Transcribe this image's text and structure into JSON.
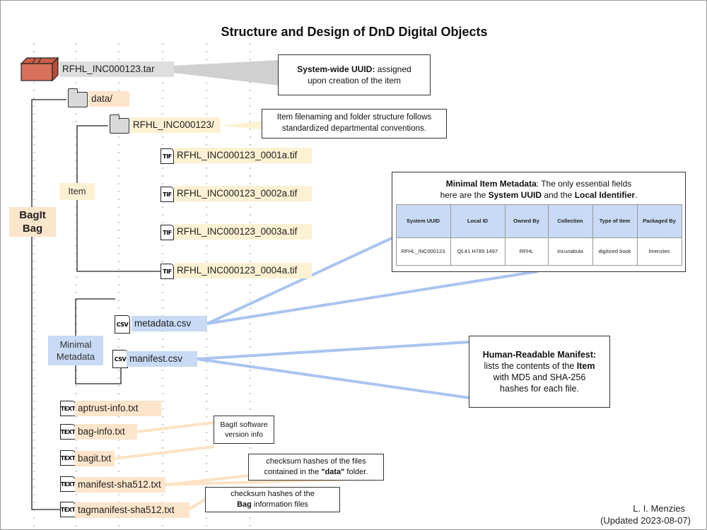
{
  "title": "Structure and Design of DnD Digital Objects",
  "bag": {
    "tar_name": "RFHL_INC000123.tar",
    "label_line1": "BagIt",
    "label_line2": "Bag"
  },
  "data_folder": "data/",
  "item_folder": "RFHL_INC000123/",
  "item_label": "Item",
  "tif_files": [
    "RFHL_INC000123_0001a.tif",
    "RFHL_INC000123_0002a.tif",
    "RFHL_INC000123_0003a.tif",
    "RFHL_INC000123_0004a.tif"
  ],
  "icons": {
    "tif": "TIF",
    "csv": "CSV",
    "text": "TEXT"
  },
  "metadata_group": {
    "label_line1": "Minimal",
    "label_line2": "Metadata",
    "metadata_file": "metadata.csv",
    "manifest_file": "manifest.csv"
  },
  "tag_files": [
    "aptrust-info.txt",
    "bag-info.txt",
    "bagit.txt",
    "manifest-sha512.txt",
    "tagmanifest-sha512.txt"
  ],
  "callouts": {
    "uuid": {
      "bold": "System-wide UUID:",
      "rest": " assigned",
      "line2": "upon creation of the item"
    },
    "naming": {
      "line1": "Item filenaming and folder structure follows",
      "line2": "standardized departmental conventions."
    },
    "minimal": {
      "b1": "Minimal Item Metadata",
      "t1": ": The only essential fields",
      "t2": "here are the ",
      "b2": "System UUID",
      "t3": " and the ",
      "b3": "Local Identifier",
      "t4": "."
    },
    "manifest": {
      "bold": "Human-Readable Manifest:",
      "l2": "lists the contents of the ",
      "l2b": "Item",
      "l3": "with MD5 and SHA-256",
      "l4": "hashes for each file."
    },
    "bagit_sw": {
      "line1": "BagIt software",
      "line2": "version info"
    },
    "checksum_data": {
      "line1": "checksum hashes of the files",
      "line2a": "contained in the ",
      "line2b": "\"data\"",
      "line2c": " folder."
    },
    "checksum_bag": {
      "line1": "checksum hashes of the",
      "line2a": "Bag",
      "line2b": " information files"
    }
  },
  "metadata_table": {
    "headers": [
      "System UUID",
      "Local ID",
      "Owned By",
      "Collection",
      "Type of Item",
      "Packaged By"
    ],
    "row": [
      "RFHL_INC000123",
      "QL41 H789 1497",
      "RFHL",
      "Incunabula",
      "digitized book",
      "lmenzies"
    ]
  },
  "credit": {
    "line1": "L. I. Menzies",
    "line2": "(Updated 2023-08-07)"
  },
  "colors": {
    "orange": "#fde5cb",
    "yellow": "#fdf1d3",
    "blue": "#c8daf4",
    "brick": "#d9705a"
  }
}
